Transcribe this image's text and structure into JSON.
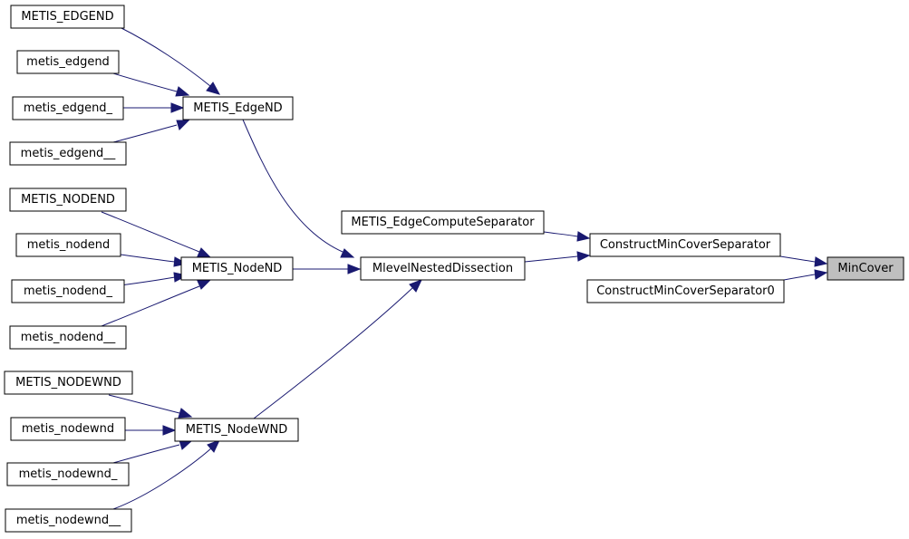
{
  "colors": {
    "edge": "#191970",
    "node_border": "#000000",
    "node_fill": "#ffffff",
    "highlight_fill": "#bfbfbf"
  },
  "nodes": {
    "METIS_EDGEND": "METIS_EDGEND",
    "metis_edgend": "metis_edgend",
    "metis_edgend_": "metis_edgend_",
    "metis_edgend__": "metis_edgend__",
    "METIS_EdgeND": "METIS_EdgeND",
    "METIS_NODEND": "METIS_NODEND",
    "metis_nodend": "metis_nodend",
    "metis_nodend_": "metis_nodend_",
    "metis_nodend__": "metis_nodend__",
    "METIS_NodeND": "METIS_NodeND",
    "METIS_NODEWND": "METIS_NODEWND",
    "metis_nodewnd": "metis_nodewnd",
    "metis_nodewnd_": "metis_nodewnd_",
    "metis_nodewnd__": "metis_nodewnd__",
    "METIS_NodeWND": "METIS_NodeWND",
    "METIS_EdgeComputeSeparator": "METIS_EdgeComputeSeparator",
    "MlevelNestedDissection": "MlevelNestedDissection",
    "ConstructMinCoverSeparator": "ConstructMinCoverSeparator",
    "ConstructMinCoverSeparator0": "ConstructMinCoverSeparator0",
    "MinCover": "MinCover"
  }
}
